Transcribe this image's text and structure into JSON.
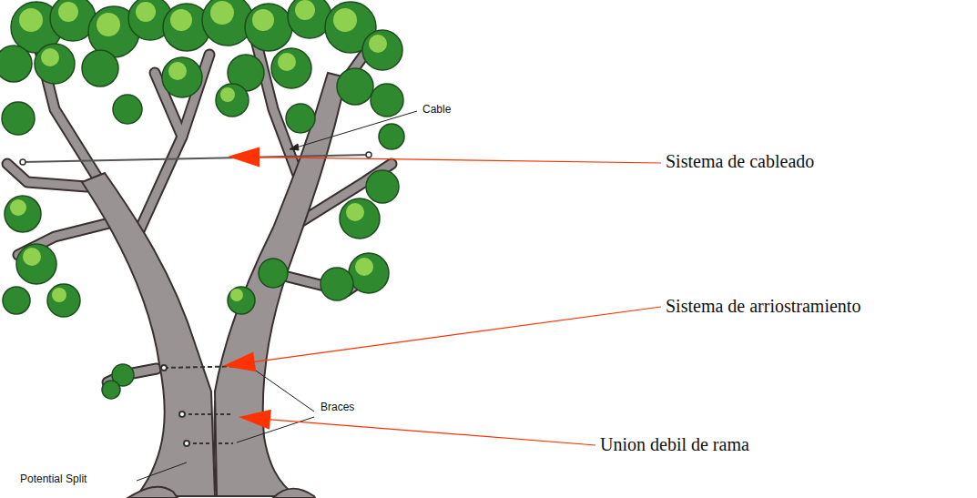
{
  "diagram": {
    "labels": [
      "Cable",
      "Sistema de cableado",
      "Sistema de arriostramiento",
      "Braces",
      "Union debil de rama",
      "Potential Split"
    ]
  }
}
